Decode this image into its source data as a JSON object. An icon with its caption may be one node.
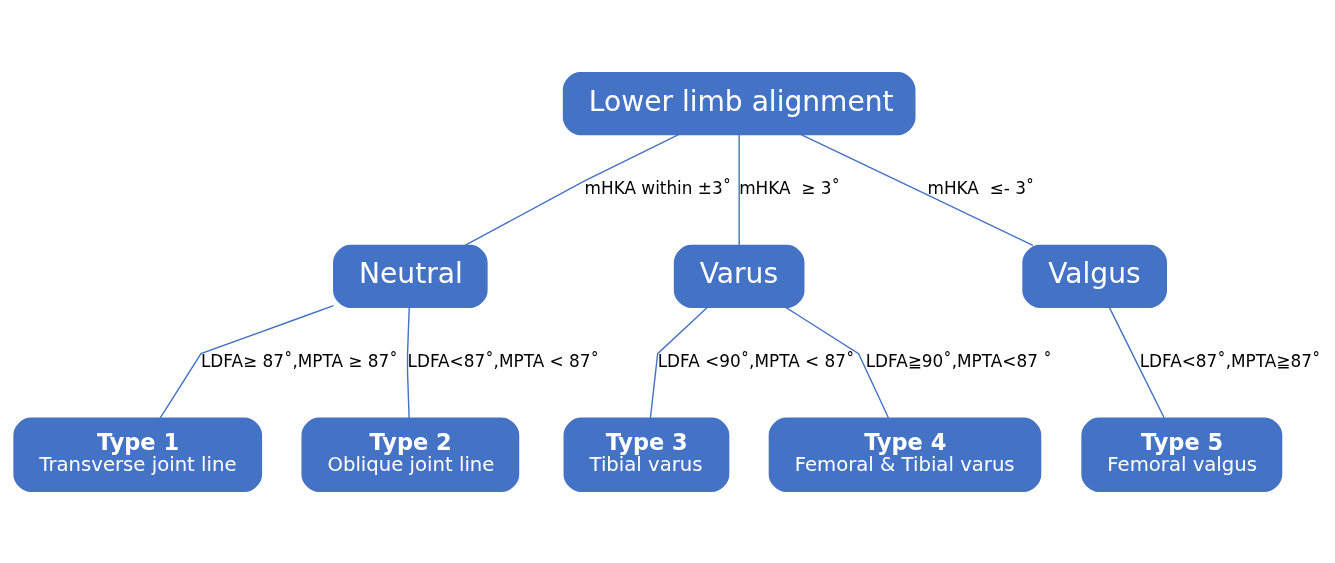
{
  "diagram": {
    "nodes": [
      {
        "text": [
          "Lower limb alignment"
        ]
      },
      {
        "text": [
          "Neutral"
        ]
      },
      {
        "text": [
          "Varus"
        ]
      },
      {
        "text": [
          "Valgus"
        ]
      },
      {
        "text": [
          "Type 1",
          "Transverse joint line"
        ]
      },
      {
        "text": [
          "Type 2",
          "Oblique joint line"
        ]
      },
      {
        "text": [
          "Type 3",
          "Tibial varus"
        ]
      },
      {
        "text": [
          "Type 4",
          "Femoral & Tibial varus"
        ]
      },
      {
        "text": [
          "Type 5",
          "Femoral valgus"
        ]
      }
    ],
    "edges": [
      {
        "from": 0,
        "to": 1,
        "arrow": "none",
        "label": "mHKA within ±3˚"
      },
      {
        "from": 0,
        "to": 2,
        "arrow": "none",
        "label": "mHKA  ≥ 3˚"
      },
      {
        "from": 0,
        "to": 3,
        "arrow": "none",
        "label": "mHKA  ≤- 3˚"
      },
      {
        "from": 1,
        "to": 4,
        "arrow": "none",
        "label": "LDFA≥ 87˚,MPTA ≥ 87˚"
      },
      {
        "from": 1,
        "to": 5,
        "arrow": "none",
        "label": "LDFA<87˚,MPTA < 87˚"
      },
      {
        "from": 2,
        "to": 6,
        "arrow": "none",
        "label": "LDFA <90˚,MPTA < 87˚"
      },
      {
        "from": 2,
        "to": 7,
        "arrow": "none",
        "label": "LDFA≧90˚,MPTA<87 ˚"
      },
      {
        "from": 3,
        "to": 8,
        "arrow": "none",
        "label": "LDFA<87˚,MPTA≧87˚"
      }
    ]
  }
}
